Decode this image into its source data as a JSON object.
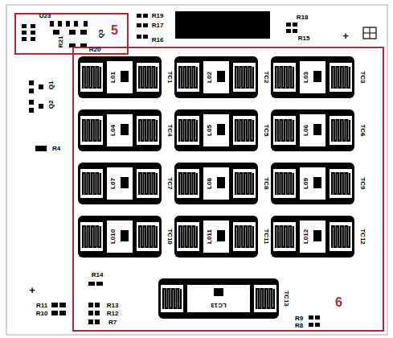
{
  "diagram": {
    "nodes": [
      {
        "text": [
          "5"
        ]
      },
      {
        "text": [
          "6"
        ]
      }
    ],
    "labels": [
      "U23",
      "Q3",
      "R21",
      "R20",
      "R19",
      "R17",
      "R16",
      "R18",
      "R15",
      "+",
      "Q1",
      "Q2",
      "R4",
      "L01",
      "TC1",
      "L02",
      "TC2",
      "L03",
      "TC3",
      "L04",
      "TC4",
      "L05",
      "TC5",
      "L06",
      "TC6",
      "L07",
      "TC7",
      "L08",
      "TC8",
      "L09",
      "TC9",
      "L010",
      "TC10",
      "L011",
      "TC11",
      "L012",
      "TC12",
      "LC13",
      "TC13",
      "R14",
      "+",
      "R11",
      "R10",
      "R13",
      "R12",
      "R7",
      "R9",
      "R8"
    ]
  }
}
